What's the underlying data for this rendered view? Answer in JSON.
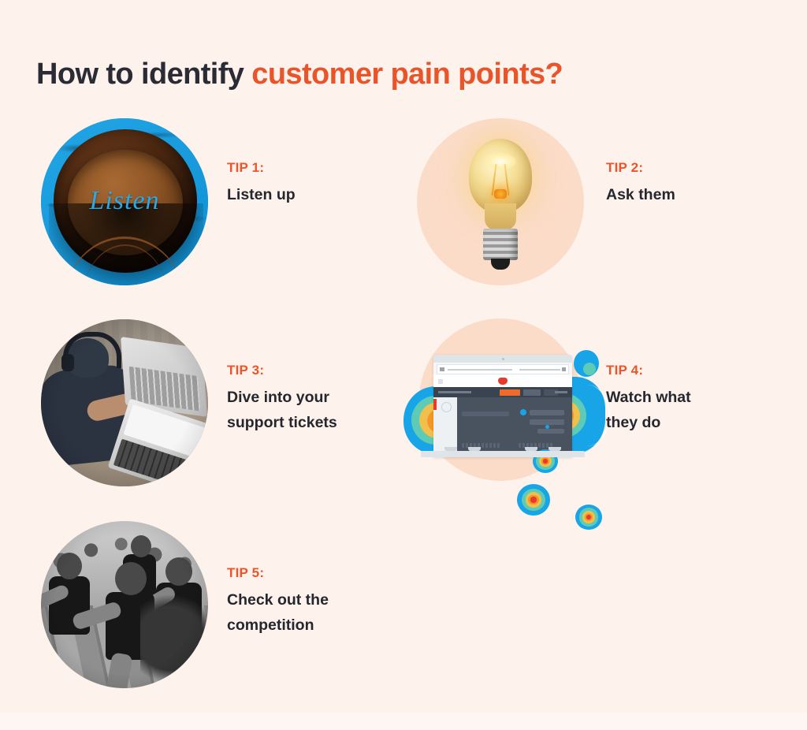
{
  "page": {
    "background_color": "#fdf2ec",
    "accent_color": "#e9552b",
    "text_color": "#26262f"
  },
  "title": {
    "lead": "How to identify ",
    "accent": "customer pain points?"
  },
  "tips": [
    {
      "label": "TIP 1:",
      "body": "Listen up",
      "image_name": "listen-bowl-photo",
      "image_caption": "Listen"
    },
    {
      "label": "TIP 2:",
      "body": "Ask them",
      "image_name": "lightbulb-photo"
    },
    {
      "label": "TIP 3:",
      "body": "Dive into your\nsupport tickets",
      "image_name": "support-agent-photo"
    },
    {
      "label": "TIP 4:",
      "body": "Watch what\nthey do",
      "image_name": "heatmap-laptop-illustration"
    },
    {
      "label": "TIP 5:",
      "body": "Check out the\ncompetition",
      "image_name": "track-runners-photo"
    }
  ],
  "heatmap_colors": {
    "blue": "#18a5e8",
    "teal": "#5ecbb7",
    "yellow": "#f1c04a",
    "orange": "#f5952b",
    "red": "#e8392c"
  }
}
